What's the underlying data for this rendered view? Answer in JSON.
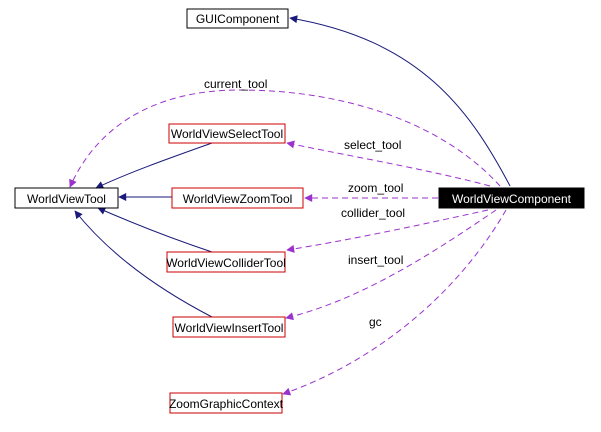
{
  "diagram": {
    "colors": {
      "inheritance_edge": "#1a1a7a",
      "usage_edge": "#9a32cd",
      "highlight_fill": "#000000",
      "highlight_text": "#ffffff",
      "class_border": "#000000",
      "undocumented_border": "#cc0000",
      "text": "#000000"
    },
    "nodes": {
      "gui_component": "GUIComponent",
      "world_view_tool": "WorldViewTool",
      "world_view_select_tool": "WorldViewSelectTool",
      "world_view_zoom_tool": "WorldViewZoomTool",
      "world_view_collider_tool": "WorldViewColliderTool",
      "world_view_insert_tool": "WorldViewInsertTool",
      "zoom_graphic_context": "ZoomGraphicContext",
      "world_view_component": "WorldViewComponent"
    },
    "edge_labels": {
      "current_tool": "current_tool",
      "select_tool": "select_tool",
      "zoom_tool": "zoom_tool",
      "collider_tool": "collider_tool",
      "insert_tool": "insert_tool",
      "gc": "gc"
    }
  }
}
